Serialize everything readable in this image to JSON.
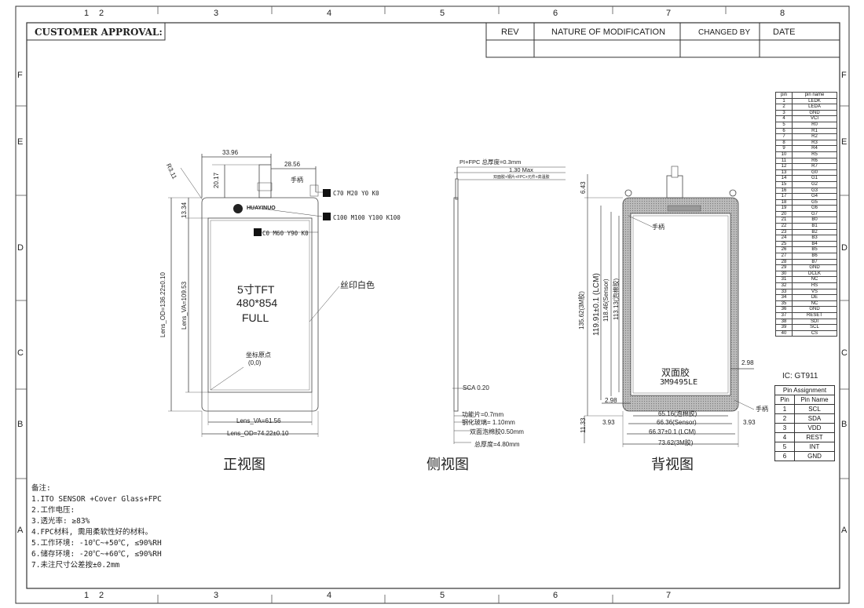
{
  "frame": {
    "col_labels_top": [
      "1",
      "2",
      "3",
      "4",
      "5",
      "6",
      "7",
      "8"
    ],
    "col_labels_bottom": [
      "1",
      "2",
      "3",
      "4",
      "5",
      "6",
      "7"
    ],
    "row_labels_left": [
      "F",
      "E",
      "D",
      "C",
      "B",
      "A"
    ],
    "row_labels_right": [
      "F",
      "E",
      "D",
      "C",
      "B",
      "A"
    ]
  },
  "title_block": {
    "customer_approval": "CUSTOMER APPROVAL:",
    "rev": "REV",
    "nature": "NATURE OF MODIFICATION",
    "changed_by": "CHANGED BY",
    "date": "DATE"
  },
  "front_view": {
    "caption": "正视图",
    "dim_33_96": "33.96",
    "dim_28_56": "28.56",
    "dim_20_17": "20.17",
    "dim_r3_11": "R3.11",
    "dim_13_34": "13.34",
    "handle": "手柄",
    "color_c70": "C70 M20 Y0 K0",
    "color_c100": "C100 M100 Y100 K100",
    "color_c0": "C0 M60 Y90 K0",
    "logo": "HUAYINUO",
    "lens_od_v": "Lens_OD=136.22±0.10",
    "lens_va_v": "Lens_VA=109.53",
    "silk": "丝印白色",
    "product_line1": "5寸TFT",
    "product_line2": "480*854",
    "product_line3": "FULL",
    "origin_label": "坐标原点",
    "origin_coord": "(0,0)",
    "lens_va_h": "Lens_VA=61.56",
    "lens_od_h": "Lens_OD=74.22±0.10"
  },
  "side_view": {
    "caption": "侧视图",
    "pi_fpc": "PI+FPC 总厚度=0.3mm",
    "dim_1_30": "1.30 Max",
    "layers": "双面胶+钢片+FPC+元件+高温胶",
    "sca": "SCA 0.20",
    "func_sheet": "功能片=0.7mm",
    "glass": "钢化玻璃= 1.10mm",
    "foam": "双面泡棉胶0.50mm",
    "total": "总厚度=4.80mm"
  },
  "back_view": {
    "caption": "背视图",
    "dim_6_43": "6.43",
    "dim_135_62": "135.62(3M胶)",
    "dim_119_91": "119.91±0.1 (LCM)",
    "dim_118_46": "118.46(Sensor)",
    "dim_113_13": "113.13(泡棉胶)",
    "handle_top": "手柄",
    "handle_bottom": "手柄",
    "tape_label": "双面胶",
    "tape_part": "3M9495LE",
    "dim_2_98_r": "2.98",
    "dim_2_98_l": "2.98",
    "dim_11_33": "11.33",
    "dim_3_93_l": "3.93",
    "dim_3_93_r": "3.93",
    "w_65_16": "65.16(泡棉胶)",
    "w_66_36": "66.36(Sensor)",
    "w_66_37": "66.37±0.1 (LCM)",
    "w_73_62": "73.62(3M胶)"
  },
  "pin_table": {
    "headers": [
      "pin",
      "pin name"
    ],
    "rows": [
      [
        "1",
        "LEDK"
      ],
      [
        "2",
        "LEDA"
      ],
      [
        "3",
        "GND"
      ],
      [
        "4",
        "VCI"
      ],
      [
        "5",
        "R0"
      ],
      [
        "6",
        "R1"
      ],
      [
        "7",
        "R2"
      ],
      [
        "8",
        "R3"
      ],
      [
        "9",
        "R4"
      ],
      [
        "10",
        "R5"
      ],
      [
        "11",
        "R6"
      ],
      [
        "12",
        "R7"
      ],
      [
        "13",
        "G0"
      ],
      [
        "14",
        "G1"
      ],
      [
        "15",
        "G2"
      ],
      [
        "16",
        "G3"
      ],
      [
        "17",
        "G4"
      ],
      [
        "18",
        "G5"
      ],
      [
        "19",
        "G6"
      ],
      [
        "20",
        "G7"
      ],
      [
        "21",
        "B0"
      ],
      [
        "22",
        "B1"
      ],
      [
        "23",
        "B2"
      ],
      [
        "24",
        "B3"
      ],
      [
        "25",
        "B4"
      ],
      [
        "26",
        "B5"
      ],
      [
        "27",
        "B6"
      ],
      [
        "28",
        "B7"
      ],
      [
        "29",
        "GND"
      ],
      [
        "30",
        "DCLK"
      ],
      [
        "31",
        "NC"
      ],
      [
        "32",
        "HS"
      ],
      [
        "33",
        "VS"
      ],
      [
        "34",
        "DE"
      ],
      [
        "35",
        "NC"
      ],
      [
        "36",
        "GND"
      ],
      [
        "37",
        "RESET"
      ],
      [
        "38",
        "SDI"
      ],
      [
        "39",
        "SCL"
      ],
      [
        "40",
        "CS"
      ]
    ]
  },
  "ic": {
    "label": "IC:  GT911"
  },
  "pin_assignment": {
    "title": "Pin Assignment",
    "headers": [
      "Pin",
      "Pin Name"
    ],
    "rows": [
      [
        "1",
        "SCL"
      ],
      [
        "2",
        "SDA"
      ],
      [
        "3",
        "VDD"
      ],
      [
        "4",
        "REST"
      ],
      [
        "5",
        "INT"
      ],
      [
        "6",
        "GND"
      ]
    ]
  },
  "notes": {
    "title": "备注:",
    "lines": [
      "1.ITO SENSOR +Cover Glass+FPC",
      "2.工作电压:",
      "3.透光率: ≥83%",
      "4.FPC材料, 需用柔软性好的材料。",
      "5.工作环境: -10℃~+50℃, ≤90%RH",
      "6.储存环境: -20℃~+60℃, ≤90%RH",
      "7.未注尺寸公差按±0.2mm"
    ]
  }
}
